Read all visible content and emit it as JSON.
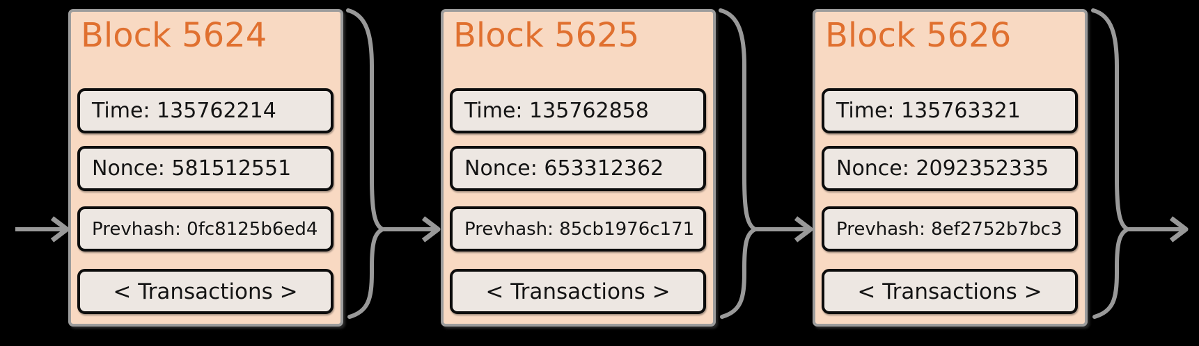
{
  "colors": {
    "background": "#000000",
    "block_fill": "#f8d9c2",
    "block_border": "#9c9c9c",
    "field_fill": "#ede7e2",
    "field_border": "#0c0c0c",
    "title_text": "#e0702f",
    "field_text": "#141414",
    "connector": "#999999"
  },
  "blocks": [
    {
      "title": "Block 5624",
      "time": "Time: 135762214",
      "nonce": "Nonce: 581512551",
      "prevhash": "Prevhash: 0fc8125b6ed4",
      "transactions": "< Transactions >"
    },
    {
      "title": "Block 5625",
      "time": "Time: 135762858",
      "nonce": "Nonce: 653312362",
      "prevhash": "Prevhash: 85cb1976c171",
      "transactions": "< Transactions >"
    },
    {
      "title": "Block 5626",
      "time": "Time: 135763321",
      "nonce": "Nonce: 2092352335",
      "prevhash": "Prevhash: 8ef2752b7bc3",
      "transactions": "< Transactions >"
    }
  ]
}
